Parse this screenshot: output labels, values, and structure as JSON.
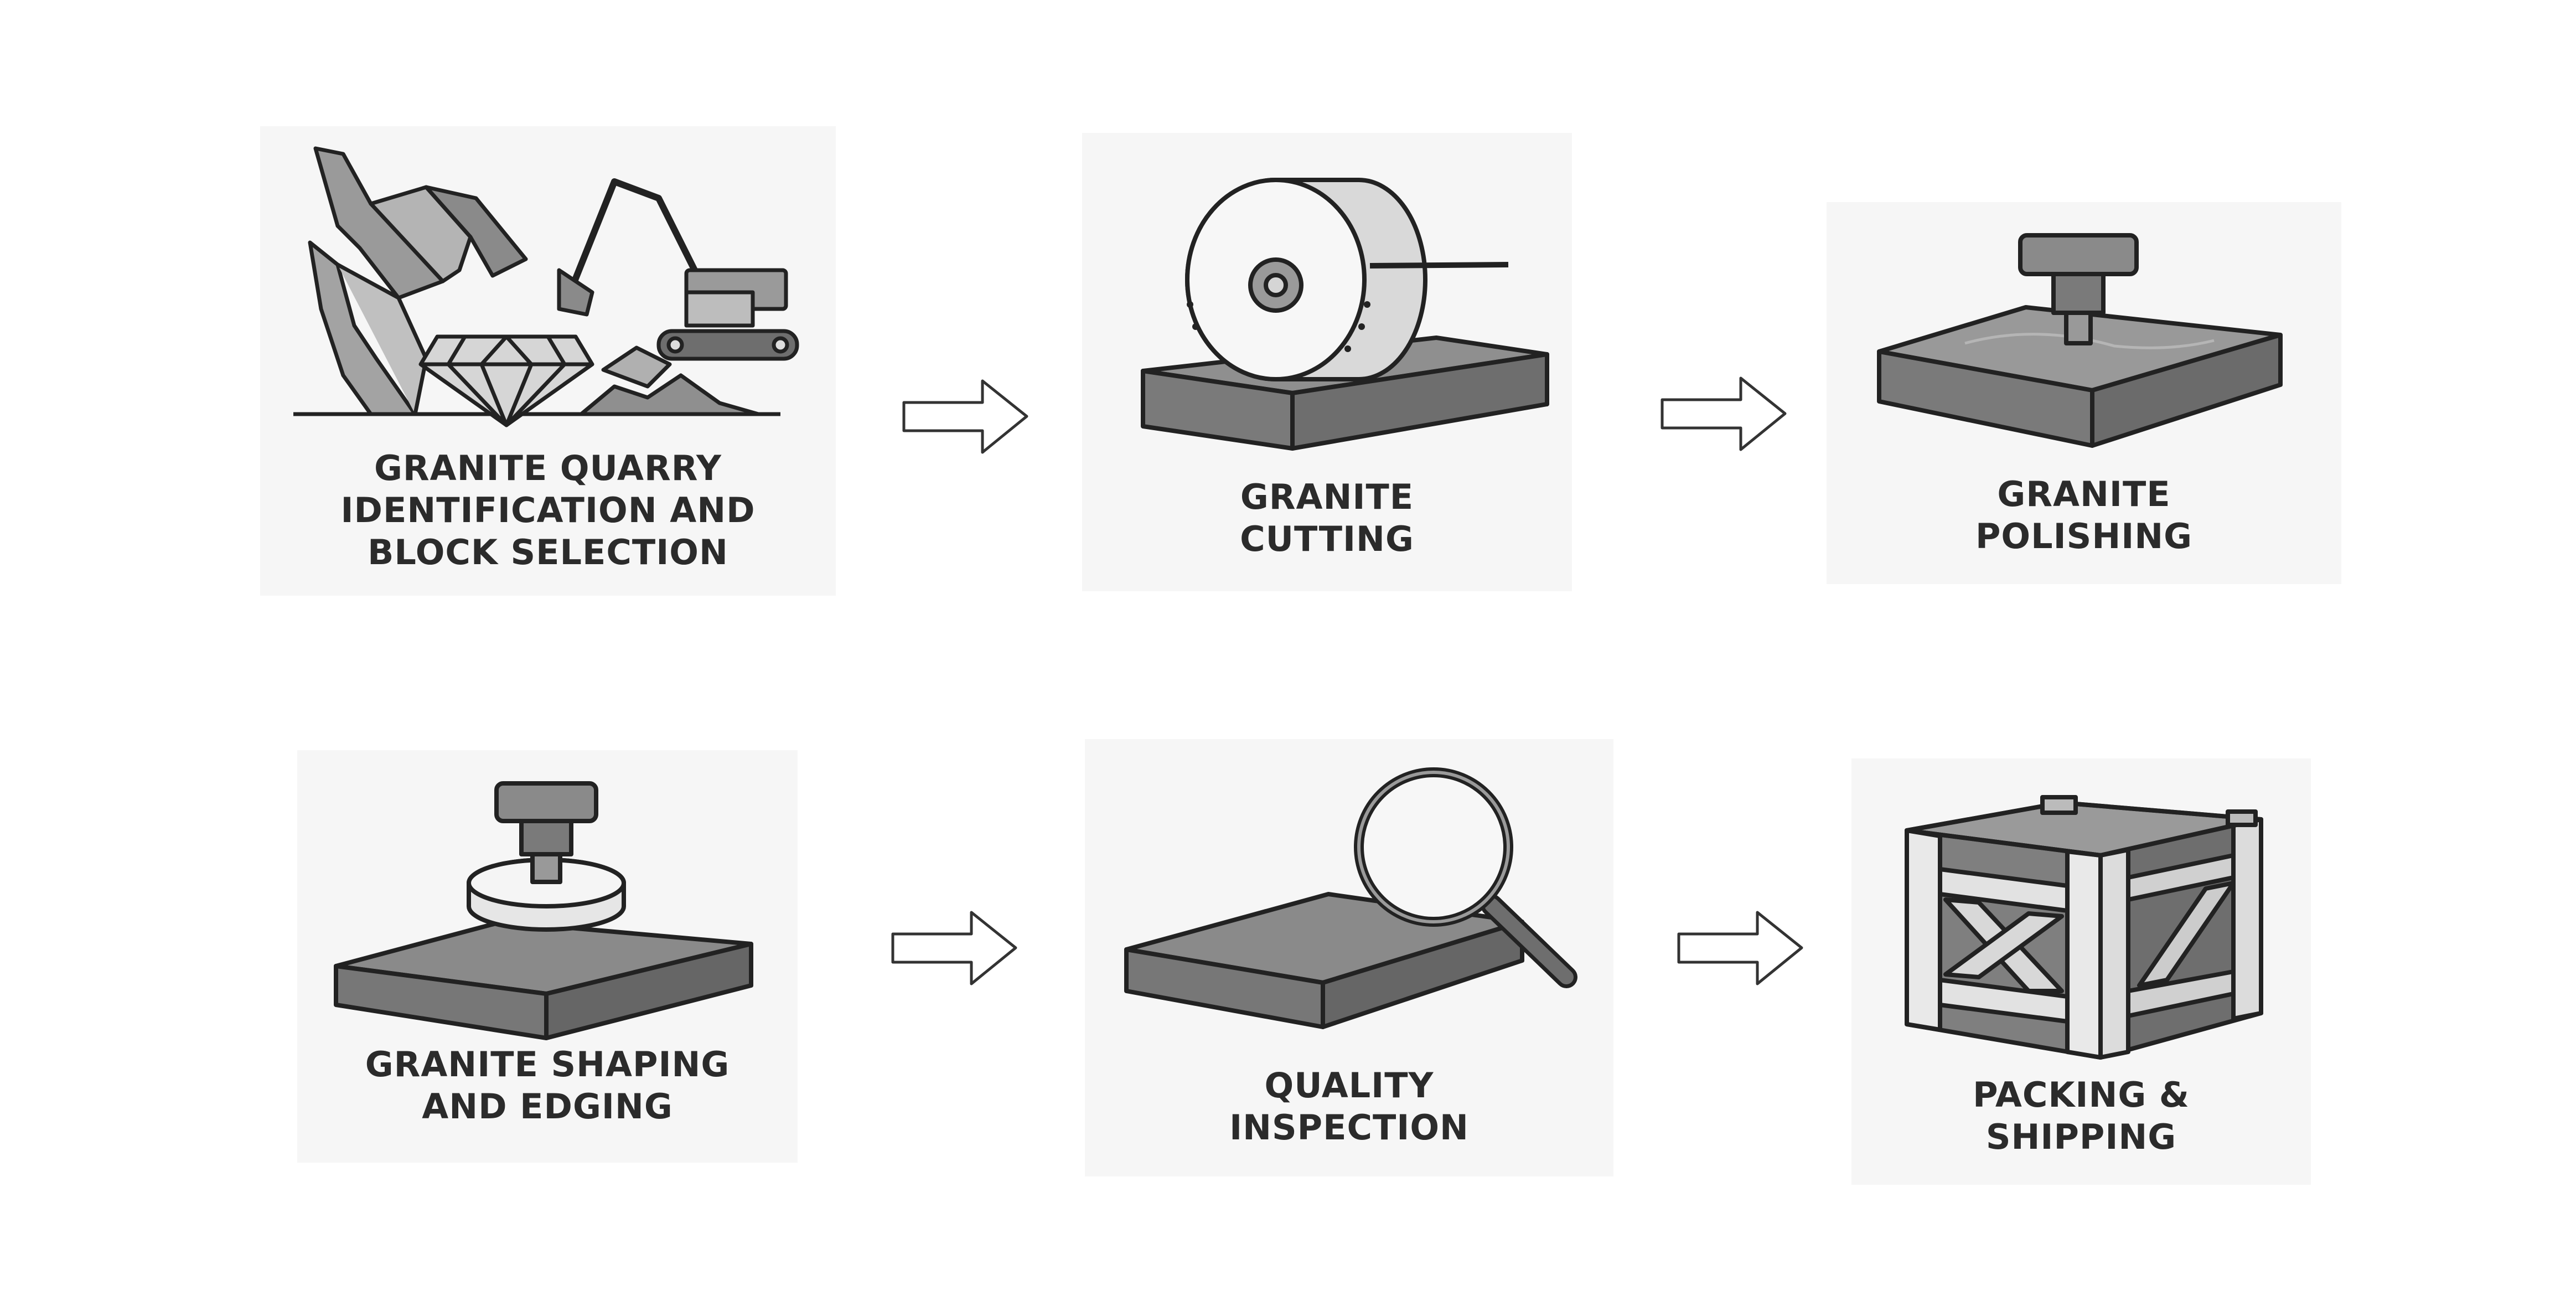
{
  "steps": [
    {
      "lines": [
        "GRANITE QUARRY",
        "IDENTIFICATION AND",
        "BLOCK SELECTION"
      ],
      "icon": "quarry-excavator-icon"
    },
    {
      "lines": [
        "GRANITE",
        "CUTTING"
      ],
      "icon": "circular-saw-icon"
    },
    {
      "lines": [
        "GRANITE",
        "POLISHING"
      ],
      "icon": "polisher-icon"
    },
    {
      "lines": [
        "GRANITE SHAPING",
        "AND EDGING"
      ],
      "icon": "edging-disc-icon"
    },
    {
      "lines": [
        "QUALITY",
        "INSPECTION"
      ],
      "icon": "magnifier-icon"
    },
    {
      "lines": [
        "PACKING &",
        "SHIPPING"
      ],
      "icon": "crate-icon"
    }
  ],
  "connector_icon": "right-arrow-icon",
  "colors": {
    "background": "#ffffff",
    "card": "#f6f6f6",
    "stroke": "#222222",
    "stone_top": "#8f8f8f",
    "stone_side": "#6e6e6e",
    "text": "#2b2b2b"
  }
}
